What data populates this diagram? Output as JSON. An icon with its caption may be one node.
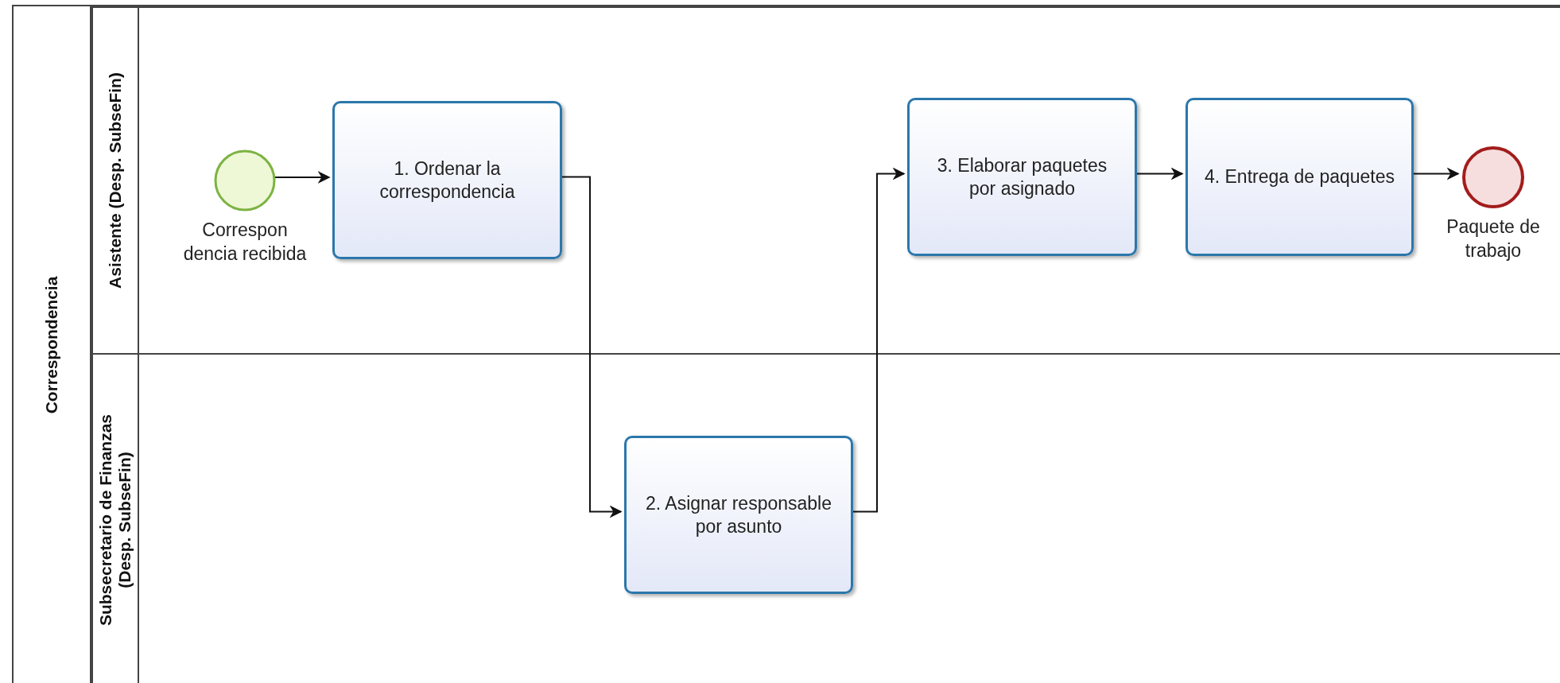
{
  "diagram": {
    "nodes": [
      {
        "text": [
          "Correspondencia"
        ]
      },
      {
        "text": [
          "Asistente (Desp. SubseFin)"
        ],
        "in": 0
      },
      {
        "text": [
          "Subsecretario de Finanzas (Desp. SubseFin)"
        ],
        "in": 0
      },
      {
        "text": [],
        "shape": "circle",
        "beside": [
          "Correspon dencia recibida"
        ],
        "in": 1
      },
      {
        "text": [
          "1. Ordenar la correspondencia"
        ],
        "in": 1
      },
      {
        "text": [
          "2. Asignar responsable por asunto"
        ],
        "in": 2
      },
      {
        "text": [
          "3. Elaborar paquetes por asignado"
        ],
        "in": 1
      },
      {
        "text": [
          "4. Entrega de paquetes"
        ],
        "in": 1
      },
      {
        "text": [],
        "shape": "circle",
        "beside": [
          "Paquete de trabajo"
        ],
        "in": 1
      }
    ],
    "edges": [
      {
        "from": 3,
        "to": 4,
        "arrow": "to"
      },
      {
        "from": 4,
        "to": 5,
        "arrow": "to"
      },
      {
        "from": 5,
        "to": 6,
        "arrow": "to"
      },
      {
        "from": 6,
        "to": 7,
        "arrow": "to"
      },
      {
        "from": 7,
        "to": 8,
        "arrow": "to"
      }
    ]
  }
}
